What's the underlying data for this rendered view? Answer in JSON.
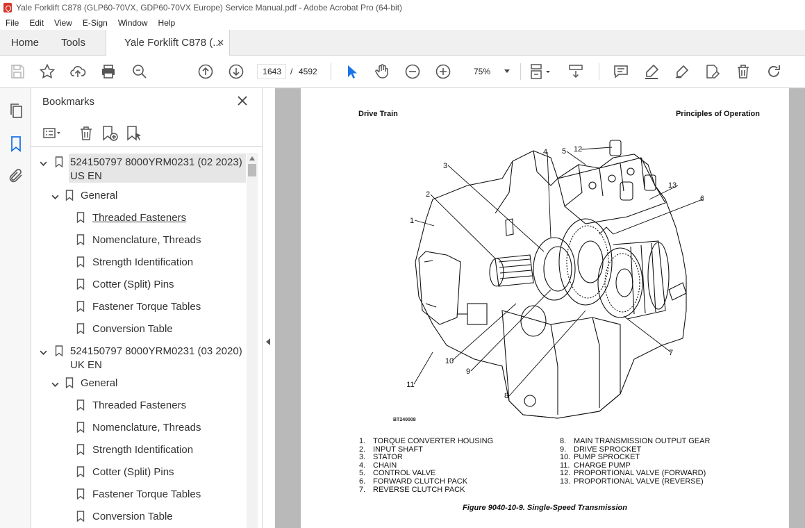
{
  "window": {
    "title": "Yale Forklift C878 (GLP60-70VX, GDP60-70VX Europe) Service Manual.pdf - Adobe Acrobat Pro (64-bit)"
  },
  "menu": [
    "File",
    "Edit",
    "View",
    "E-Sign",
    "Window",
    "Help"
  ],
  "tabs": {
    "home": "Home",
    "tools": "Tools",
    "doc": "Yale Forklift C878 (..."
  },
  "toolbar": {
    "page_current": "1643",
    "page_sep": "/",
    "page_total": "4592",
    "zoom": "75%"
  },
  "bookmarks": {
    "title": "Bookmarks",
    "items": [
      {
        "label": "524150797 8000YRM0231 (02 2023)",
        "label2": "US EN",
        "level": 0,
        "expanded": true,
        "selected": true
      },
      {
        "label": "General",
        "level": 1,
        "expanded": true
      },
      {
        "label": "Threaded Fasteners",
        "level": 2,
        "underline": true
      },
      {
        "label": "Nomenclature, Threads",
        "level": 2
      },
      {
        "label": "Strength Identification",
        "level": 2
      },
      {
        "label": "Cotter (Split) Pins",
        "level": 2
      },
      {
        "label": "Fastener Torque Tables",
        "level": 2
      },
      {
        "label": "Conversion Table",
        "level": 2
      },
      {
        "label": "524150797 8000YRM0231 (03 2020)",
        "label2": "UK EN",
        "level": 0,
        "expanded": true
      },
      {
        "label": "General",
        "level": 1,
        "expanded": true
      },
      {
        "label": "Threaded Fasteners",
        "level": 2
      },
      {
        "label": "Nomenclature, Threads",
        "level": 2
      },
      {
        "label": "Strength Identification",
        "level": 2
      },
      {
        "label": "Cotter (Split) Pins",
        "level": 2
      },
      {
        "label": "Fastener Torque Tables",
        "level": 2
      },
      {
        "label": "Conversion Table",
        "level": 2
      }
    ]
  },
  "page": {
    "header_left": "Drive Train",
    "header_right": "Principles of Operation",
    "figure_code": "BT240008",
    "callouts": [
      "1",
      "2",
      "3",
      "4",
      "5",
      "6",
      "7",
      "8",
      "9",
      "10",
      "11",
      "12",
      "13"
    ],
    "legend_left": [
      {
        "n": "1.",
        "t": "TORQUE CONVERTER HOUSING"
      },
      {
        "n": "2.",
        "t": "INPUT SHAFT"
      },
      {
        "n": "3.",
        "t": "STATOR"
      },
      {
        "n": "4.",
        "t": "CHAIN"
      },
      {
        "n": "5.",
        "t": "CONTROL VALVE"
      },
      {
        "n": "6.",
        "t": "FORWARD CLUTCH PACK"
      },
      {
        "n": "7.",
        "t": "REVERSE CLUTCH PACK"
      }
    ],
    "legend_right": [
      {
        "n": "8.",
        "t": "MAIN TRANSMISSION OUTPUT GEAR"
      },
      {
        "n": "9.",
        "t": "DRIVE SPROCKET"
      },
      {
        "n": "10.",
        "t": "PUMP SPROCKET"
      },
      {
        "n": "11.",
        "t": "CHARGE PUMP"
      },
      {
        "n": "12.",
        "t": "PROPORTIONAL VALVE (FORWARD)"
      },
      {
        "n": "13.",
        "t": "PROPORTIONAL VALVE (REVERSE)"
      }
    ],
    "caption": "Figure 9040-10-9. Single-Speed Transmission"
  }
}
